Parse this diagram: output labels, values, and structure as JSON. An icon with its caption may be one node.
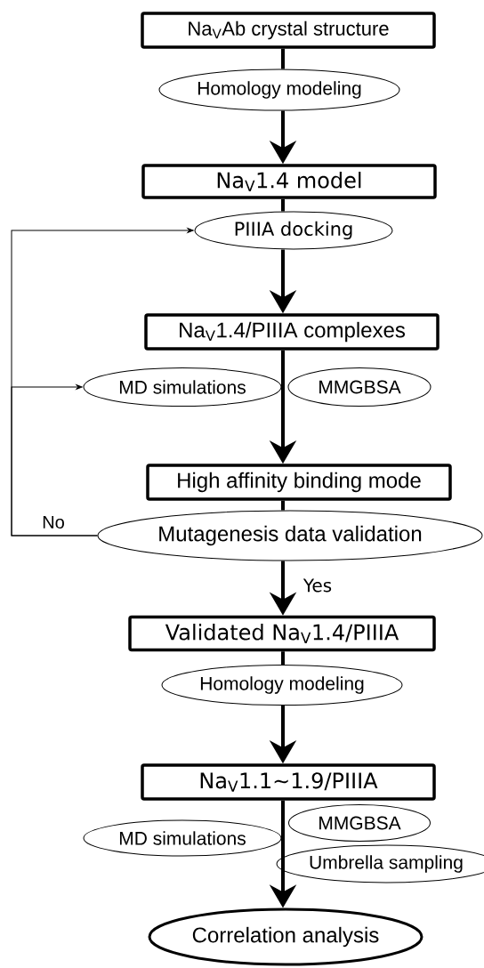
{
  "diagram": {
    "nodes": [
      {
        "text": [
          "Na$_{V}$Ab crystal structure"
        ]
      },
      {
        "text": [
          "Homology modeling"
        ]
      },
      {
        "text": [
          "Na$_{V}$1.4 model"
        ]
      },
      {
        "text": [
          "PIIIA docking"
        ]
      },
      {
        "text": [
          "Na$_{V}$1.4/PIIIA complexes"
        ]
      },
      {
        "text": [
          "MD simulations"
        ]
      },
      {
        "text": [
          "MMGBSA"
        ]
      },
      {
        "text": [
          "High affinity binding mode"
        ]
      },
      {
        "text": [
          "Mutagenesis data validation"
        ]
      },
      {
        "text": [
          "Validated Na$_{V}$1.4/PIIIA"
        ]
      },
      {
        "text": [
          "Homology modeling"
        ]
      },
      {
        "text": [
          "Na$_{V}$1.1~1.9/PIIIA"
        ]
      },
      {
        "text": [
          "MMGBSA"
        ]
      },
      {
        "text": [
          "MD simulations"
        ]
      },
      {
        "text": [
          "Umbrella sampling"
        ]
      },
      {
        "text": [
          "Correlation analysis"
        ]
      }
    ],
    "edges": [
      {
        "from": 0,
        "to": 1,
        "arrow": "none"
      },
      {
        "from": 1,
        "to": 2,
        "arrow": "to"
      },
      {
        "from": 2,
        "to": 3,
        "arrow": "none"
      },
      {
        "from": 3,
        "to": 4,
        "arrow": "to"
      },
      {
        "from": 4,
        "to": 7,
        "arrow": "to"
      },
      {
        "from": 7,
        "to": 8,
        "arrow": "none"
      },
      {
        "from": 8,
        "to": 9,
        "arrow": "to",
        "label": "Yes"
      },
      {
        "from": 8,
        "to": 3,
        "arrow": "to",
        "label": "No"
      },
      {
        "from": 8,
        "to": 5,
        "arrow": "to"
      },
      {
        "from": 9,
        "to": 10,
        "arrow": "none"
      },
      {
        "from": 10,
        "to": 11,
        "arrow": "to"
      },
      {
        "from": 11,
        "to": 15,
        "arrow": "to"
      }
    ]
  }
}
